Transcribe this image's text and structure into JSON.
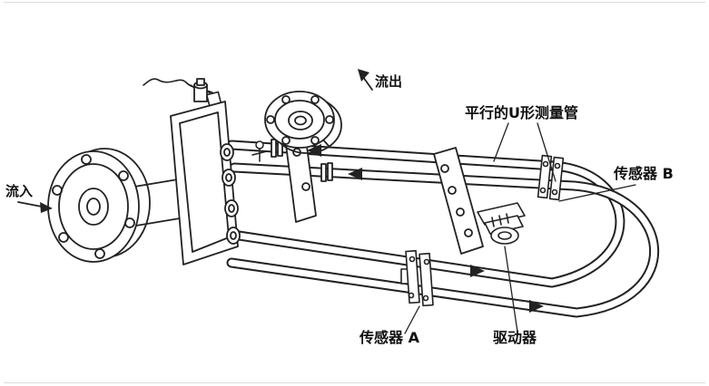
{
  "diagram": {
    "labels": {
      "inflow": "流入",
      "outflow": "流出",
      "parallel_u_tubes": "平行的U形测量管",
      "sensor_b": "传感器 B",
      "sensor_a": "传感器 A",
      "driver": "驱动器"
    },
    "colors": {
      "line": "#222222",
      "background": "#ffffff"
    }
  }
}
